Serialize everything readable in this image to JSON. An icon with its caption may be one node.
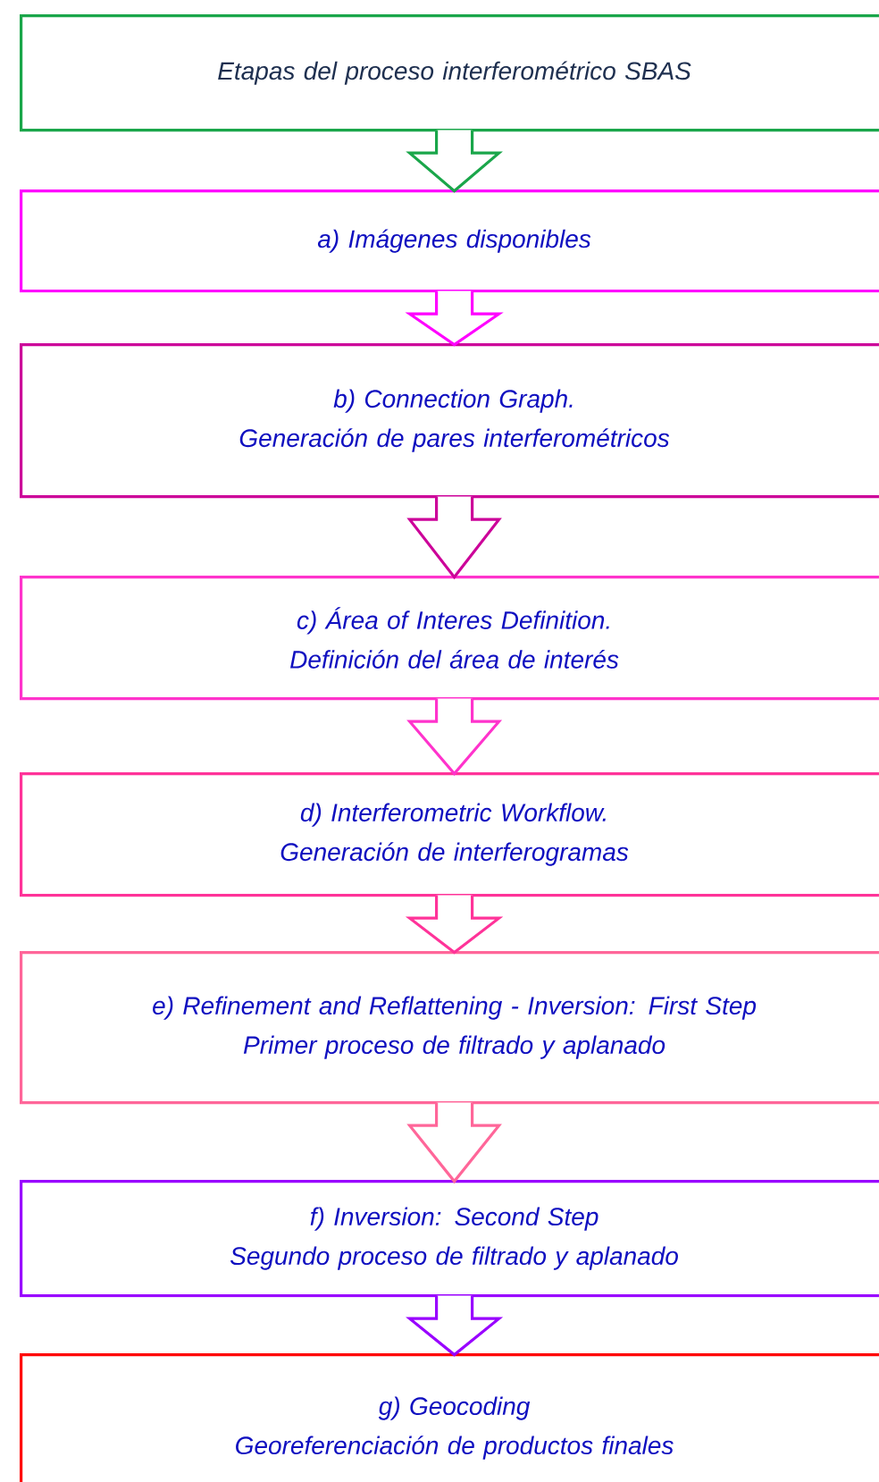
{
  "diagram": {
    "nodes": [
      {
        "text": [
          "Etapas del proceso interferométrico SBAS"
        ]
      },
      {
        "text": [
          "a) Imágenes disponibles"
        ]
      },
      {
        "text": [
          "b) Connection Graph.",
          "Generación de pares interferométricos"
        ]
      },
      {
        "text": [
          "c) Área of Interes Definition.",
          "Definición del área de interés"
        ]
      },
      {
        "text": [
          "d) Interferometric Workflow.",
          "Generación de interferogramas"
        ]
      },
      {
        "text": [
          "e) Refinement and Reflattening - Inversion: First Step",
          "Primer proceso de filtrado y aplanado"
        ]
      },
      {
        "text": [
          "f) Inversion: Second Step",
          "Segundo proceso de filtrado y aplanado"
        ]
      },
      {
        "text": [
          "g) Geocoding",
          "Georeferenciación de productos finales"
        ]
      }
    ],
    "edges": [
      {
        "from": 0,
        "to": 1,
        "arrow": "to",
        "color": "#1aa64a"
      },
      {
        "from": 1,
        "to": 2,
        "arrow": "to",
        "color": "#ff00ff"
      },
      {
        "from": 2,
        "to": 3,
        "arrow": "to",
        "color": "#cc0099"
      },
      {
        "from": 3,
        "to": 4,
        "arrow": "to",
        "color": "#ff33cc"
      },
      {
        "from": 4,
        "to": 5,
        "arrow": "to",
        "color": "#ff3399"
      },
      {
        "from": 5,
        "to": 6,
        "arrow": "to",
        "color": "#ff6699"
      },
      {
        "from": 6,
        "to": 7,
        "arrow": "to",
        "color": "#9900ff"
      }
    ]
  }
}
